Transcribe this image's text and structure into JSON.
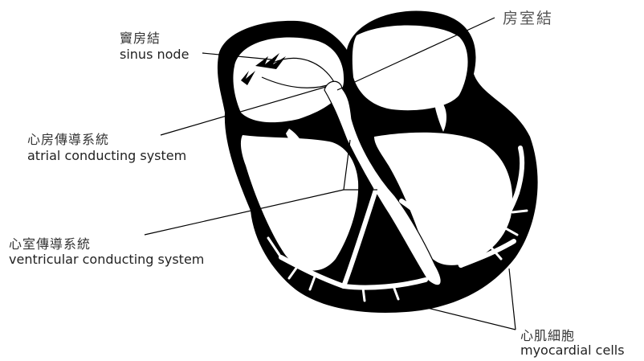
{
  "labels": {
    "av_node": {
      "zh": "房室結"
    },
    "sinus_node": {
      "zh": "竇房結",
      "en": "sinus node"
    },
    "atrial_system": {
      "zh": "心房傳導系統",
      "en": "atrial conducting system"
    },
    "ventricular_system": {
      "zh": "心室傳導系統",
      "en": "ventricular conducting system"
    },
    "myocardial_cells": {
      "zh": "心肌細胞",
      "en": "myocardial cells"
    }
  },
  "colors": {
    "heart_wall": "#000000",
    "conduction": "#ffffff",
    "leader_line": "#000000"
  }
}
